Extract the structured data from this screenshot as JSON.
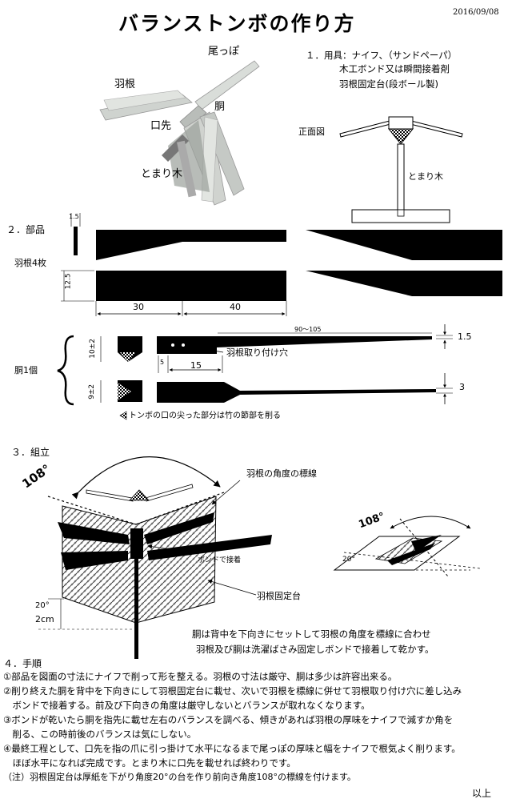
{
  "title": "バランストンボの作り方",
  "date": "2016/09/08",
  "photo_labels": {
    "tail": "尾っぽ",
    "wing": "羽根",
    "body": "胴",
    "mouth": "口先",
    "perch": "とまり木"
  },
  "tools": {
    "line1": "１．用具：ナイフ、（サンドペーパ）",
    "line2": "木工ボンド又は瞬間接着剤",
    "line3": "羽根固定台(段ボール製)"
  },
  "front_view": {
    "label": "正面図",
    "perch": "とまり木"
  },
  "parts": {
    "heading": "２．部品",
    "wing_label": "羽根4枚",
    "body_label": "胴1個",
    "dim_wing_thickness": "1.5",
    "dim_wing_width": "12.5",
    "dim_30": "30",
    "dim_40": "40",
    "dim_length": "90～105",
    "dim_10": "10±2",
    "dim_9": "9±2",
    "dim_5": "5",
    "dim_15": "15",
    "dim_t15": "1.5",
    "dim_t3": "3",
    "hole_label": "羽根取り付け穴",
    "node_note": "トンボの口の尖った部分は竹の節部を削る"
  },
  "assembly": {
    "heading": "３．組立",
    "angle": "108°",
    "angle_small": "108°",
    "mark_label": "羽根の角度の標線",
    "glue_label": "ボンドで接着",
    "jig_label": "羽根固定台",
    "deg20": "20°",
    "deg20_small": "20°",
    "cm2": "2cm",
    "note1": "胴は背中を下向きにセットして羽根の角度を標線に合わせ",
    "note2": "羽根及び胴は洗濯ばさみ固定しボンドで接着して乾かす。"
  },
  "procedure": {
    "heading": "４．手順",
    "lines": [
      "①部品を図面の寸法にナイフで削って形を整える。羽根の寸法は厳守、胴は多少は許容出来る。",
      "②削り終えた胴を背中を下向きにして羽根固定台に載せ、次いで羽根を標線に併せて羽根取り付け穴に差し込み",
      "　ボンドで接着する。前及び下向きの角度は厳守しないとバランスが取れなくなります。",
      "③ボンドが乾いたら胴を指先に載せ左右のバランスを調べる、傾きがあれば羽根の厚味をナイフで減すか角を",
      "　削る、この時前後のバランスは気にしない。",
      "④最終工程として、口先を指の爪に引っ掛けて水平になるまで尾っぽの厚味と幅をナイフで根気よく削ります。",
      "　ほぼ水平になれば完成です。とまり木に口先を載せれば終わりです。",
      "（注）羽根固定台は厚紙を下がり角度20°の台を作り前向き角度108°の標線を付けます。"
    ],
    "end": "以上"
  }
}
